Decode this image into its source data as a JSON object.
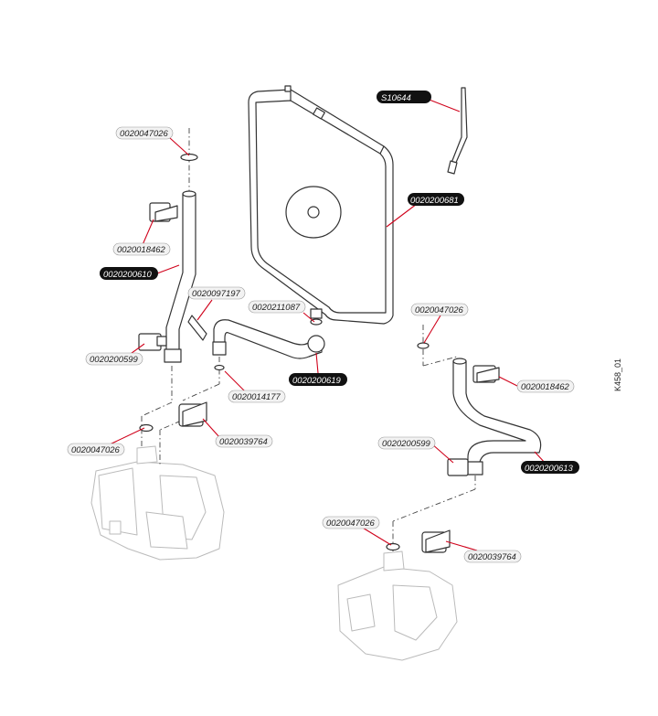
{
  "diagram": {
    "drawing_ref": "K458_01",
    "colors": {
      "leader": "#d0021b",
      "label_dark_bg": "#111111",
      "label_light_bg": "#f2f2f2",
      "outline": "#333333",
      "ghost": "#bbbbbb"
    },
    "labels": [
      {
        "id": "l1",
        "text": "S10644",
        "style": "dark"
      },
      {
        "id": "l2",
        "text": "0020047026",
        "style": "light"
      },
      {
        "id": "l3",
        "text": "0020200681",
        "style": "dark"
      },
      {
        "id": "l4",
        "text": "0020018462",
        "style": "light"
      },
      {
        "id": "l5",
        "text": "0020200610",
        "style": "dark"
      },
      {
        "id": "l6",
        "text": "0020097197",
        "style": "light"
      },
      {
        "id": "l7",
        "text": "0020211087",
        "style": "light"
      },
      {
        "id": "l8",
        "text": "0020047026",
        "style": "light"
      },
      {
        "id": "l9",
        "text": "0020200599",
        "style": "light"
      },
      {
        "id": "l10",
        "text": "0020200619",
        "style": "dark"
      },
      {
        "id": "l11",
        "text": "0020018462",
        "style": "light"
      },
      {
        "id": "l12",
        "text": "0020014177",
        "style": "light"
      },
      {
        "id": "l13",
        "text": "0020039764",
        "style": "light"
      },
      {
        "id": "l14",
        "text": "0020047026",
        "style": "light"
      },
      {
        "id": "l15",
        "text": "0020200599",
        "style": "light"
      },
      {
        "id": "l16",
        "text": "0020200613",
        "style": "dark"
      },
      {
        "id": "l17",
        "text": "0020047026",
        "style": "light"
      },
      {
        "id": "l18",
        "text": "0020039764",
        "style": "light"
      }
    ]
  }
}
